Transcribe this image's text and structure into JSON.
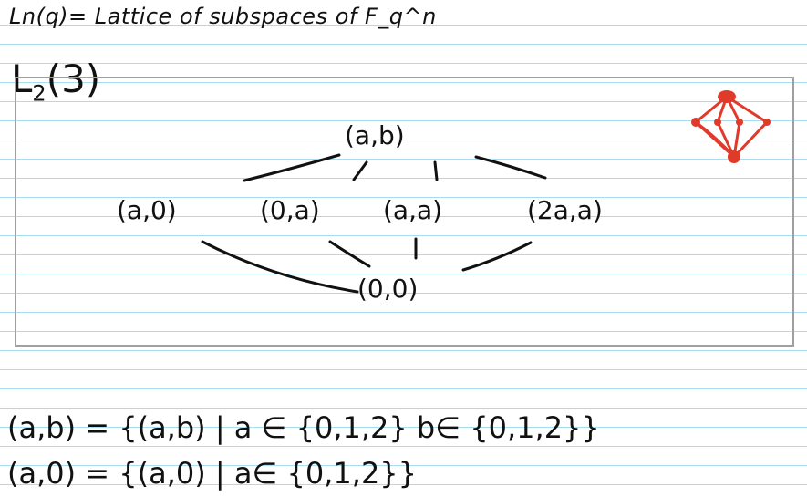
{
  "header": {
    "text": "Ln(q)= Lattice of subspaces of F_q^n"
  },
  "box": {
    "title_main": "L",
    "title_sub": "2",
    "title_arg": "(3)"
  },
  "lattice": {
    "top": "(a,b)",
    "middle": [
      "(a,0)",
      "(0,a)",
      "(a,a)",
      "(2a,a)"
    ],
    "bottom": "(0,0)"
  },
  "definitions": {
    "line1": "(a,b) = {(a,b) | a ∈ {0,1,2} b∈ {0,1,2}}",
    "line2": "(a,0) = {(a,0) | a∈ {0,1,2}}"
  },
  "colors": {
    "ink": "#111111",
    "accent": "#e03a2a",
    "rule": "#a9dcee",
    "frame": "#a0a0a0"
  },
  "icons": {
    "corner": "hasse-diagram-icon"
  }
}
